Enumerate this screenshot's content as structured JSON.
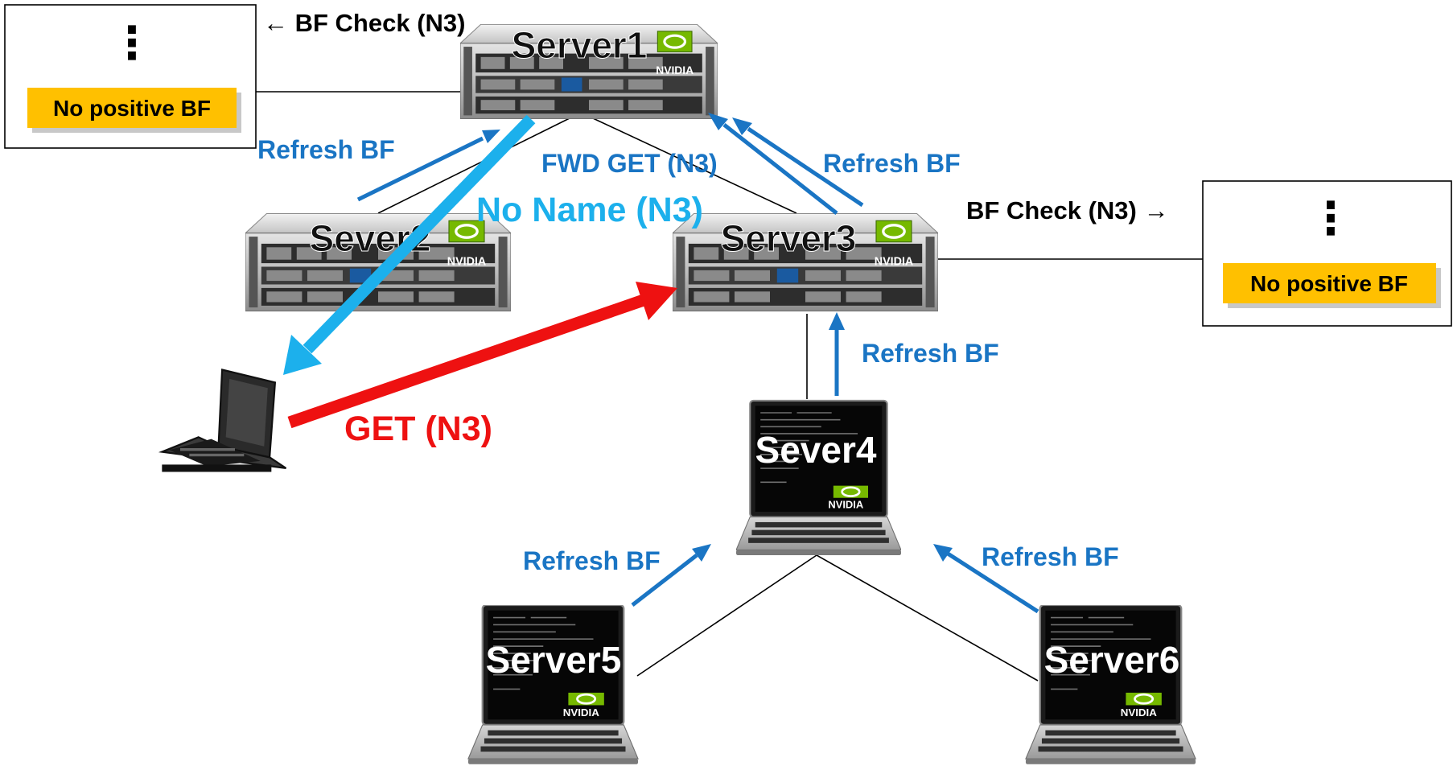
{
  "colors": {
    "refresh": "#1a75c4",
    "no_name": "#1cb0ec",
    "get": "#ee1111",
    "badge": "#ffc000",
    "nvidia_green": "#76b900"
  },
  "servers": [
    {
      "id": "server1",
      "label": "Server1",
      "kind": "rack",
      "brand": "NVIDIA"
    },
    {
      "id": "server2",
      "label": "Sever2",
      "kind": "rack",
      "brand": "NVIDIA"
    },
    {
      "id": "server3",
      "label": "Server3",
      "kind": "rack",
      "brand": "NVIDIA"
    },
    {
      "id": "server4",
      "label": "Sever4",
      "kind": "laptop",
      "brand": "NVIDIA"
    },
    {
      "id": "server5",
      "label": "Server5",
      "kind": "laptop",
      "brand": "NVIDIA"
    },
    {
      "id": "server6",
      "label": "Server6",
      "kind": "laptop",
      "brand": "NVIDIA"
    }
  ],
  "client": {
    "icon": "laptop-client-icon"
  },
  "bf_boxes": {
    "left": {
      "dots": "⋮",
      "badge": "No positive BF",
      "check": "← BF Check (N3)"
    },
    "right": {
      "dots": "⋮",
      "badge": "No positive BF",
      "check": "BF Check (N3) →"
    }
  },
  "labels": {
    "refresh_s2_s1": "Refresh BF",
    "refresh_s3_s1": "Refresh BF",
    "refresh_s4_s3": "Refresh BF",
    "refresh_s5_s4": "Refresh BF",
    "refresh_s6_s4": "Refresh BF",
    "fwd_get": "FWD GET (N3)",
    "no_name": "No Name (N3)",
    "get": "GET (N3)"
  }
}
